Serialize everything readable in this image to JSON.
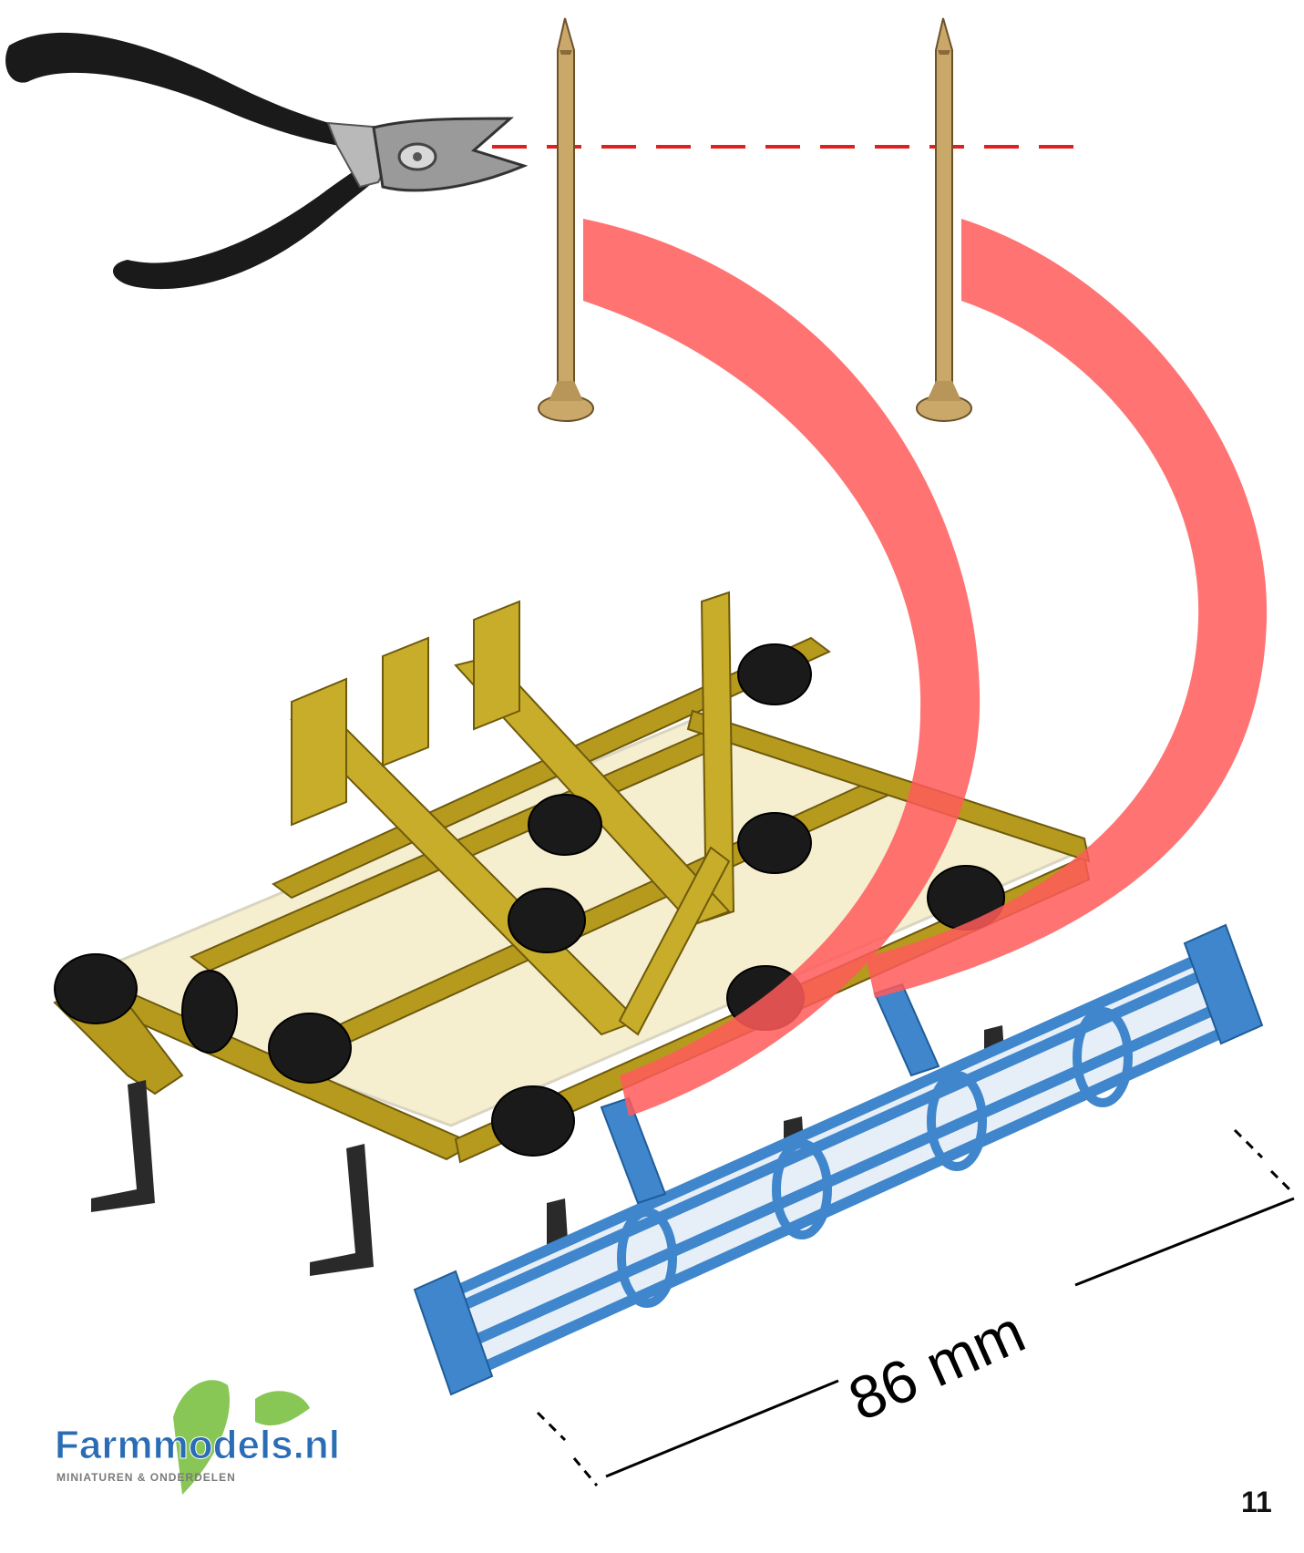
{
  "dimension": {
    "label": "86 mm"
  },
  "page": {
    "number": "11"
  },
  "logo": {
    "brand": "Farmmodels.nl",
    "tagline": "MINIATUREN & ONDERDELEN"
  },
  "colors": {
    "frame": "#b59a1e",
    "frame_dark": "#6e5a0c",
    "roller": "#3f86cc",
    "roller_dark": "#1f5d99",
    "arrow": "#ff5a5a",
    "cut_line": "#e02020",
    "nail": "#c9a86a",
    "tires": "#1a1a1a"
  },
  "icons": [
    "side-cutter-pliers-icon",
    "nail-icon",
    "nail-icon"
  ]
}
